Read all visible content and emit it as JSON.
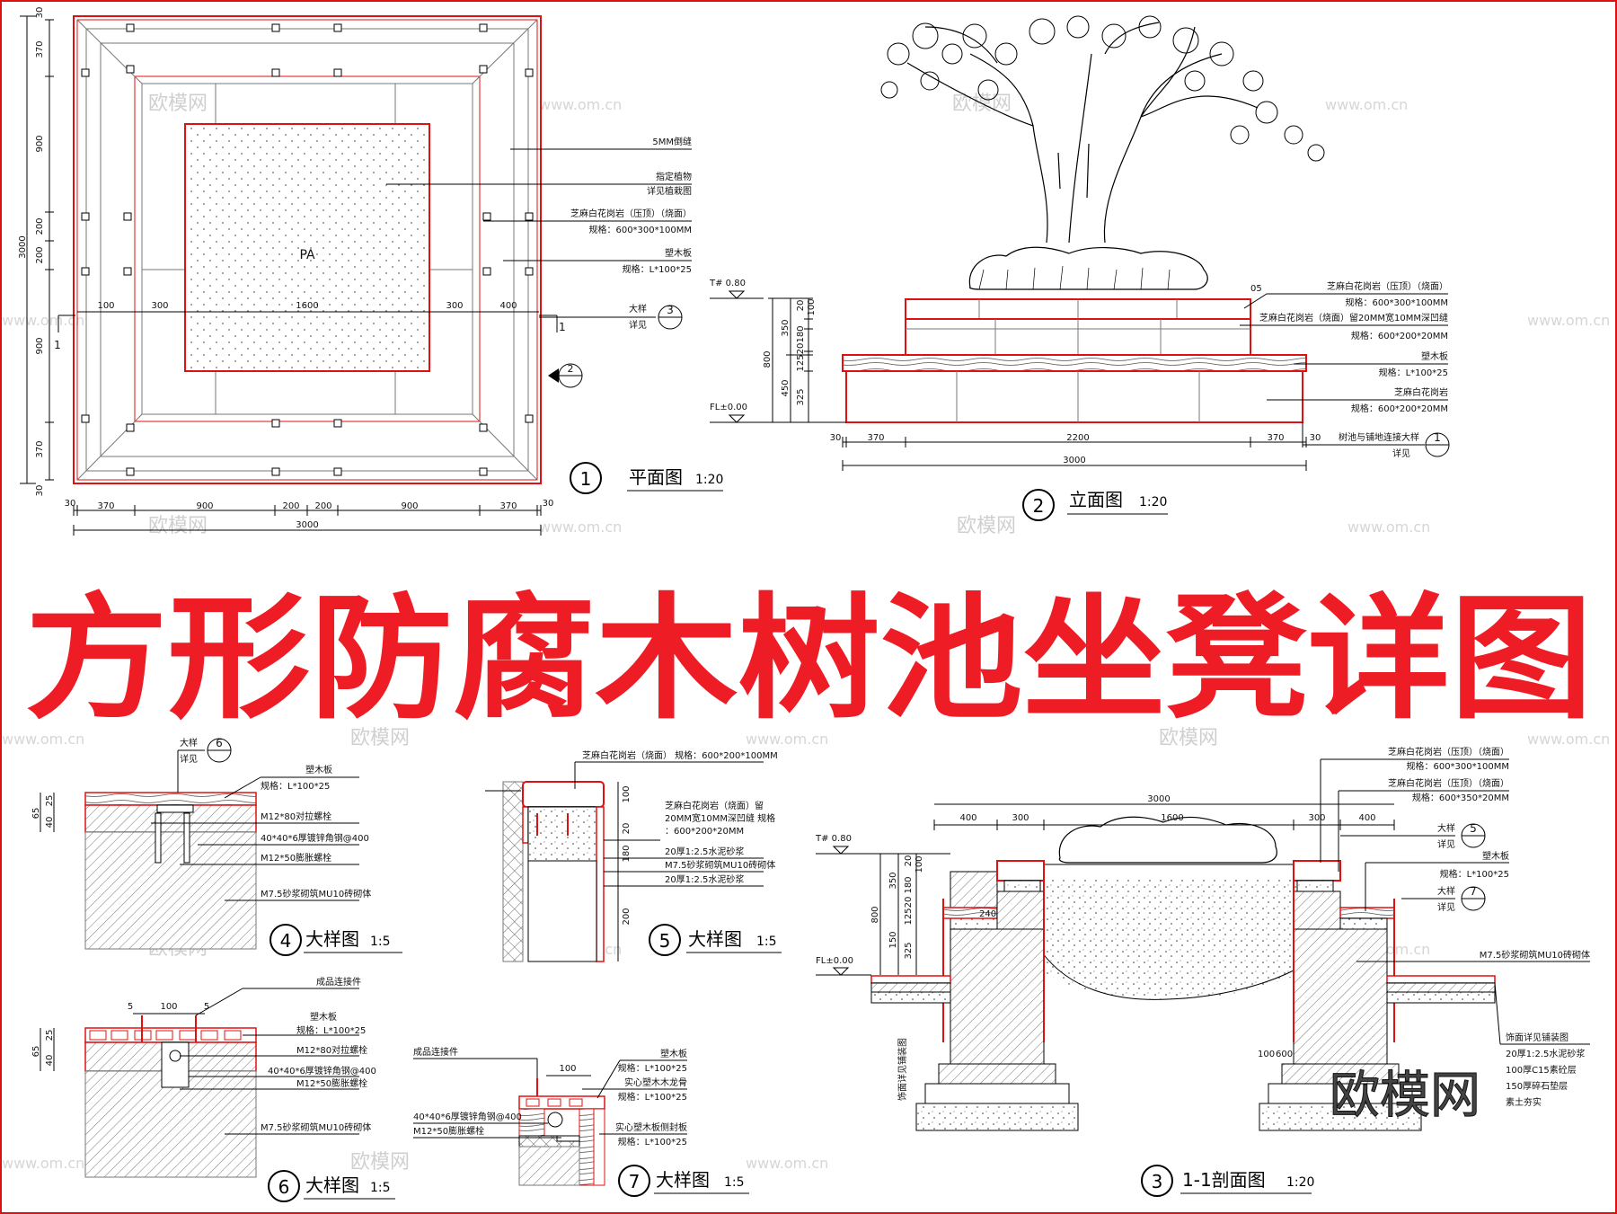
{
  "title": "方形防腐木树池坐凳详图",
  "watermark": {
    "text": "欧模网",
    "url": "www.om.cn",
    "logo": "欧模网"
  },
  "plan": {
    "label": "PA",
    "caption": {
      "num": "1",
      "name": "平面图",
      "scale": "1:20"
    },
    "dims_bottom": [
      "30",
      "370",
      "900",
      "200",
      "200",
      "900",
      "370",
      "30"
    ],
    "total": "3000",
    "dims_left": [
      "370",
      "900",
      "200",
      "200",
      "900",
      "370",
      "30",
      "30"
    ],
    "dims_mid": [
      "100",
      "300",
      "1600",
      "300",
      "400"
    ],
    "section_mark": "1",
    "notes": [
      "5MM倒缝",
      "指定植物",
      "详见植栽图",
      "芝麻白花岗岩（压顶）（烧面）",
      "规格：600*300*100MM",
      "塑木板",
      "规格：L*100*25"
    ],
    "ref": {
      "text": "大样",
      "text2": "详见",
      "num": "3"
    },
    "elev_mark": "2"
  },
  "elevation": {
    "caption": {
      "num": "2",
      "name": "立面图",
      "scale": "1:20"
    },
    "level_top": "T# 0.80",
    "level_bottom": "FL±0.00",
    "dims_left": [
      "20",
      "100",
      "180",
      "20",
      "125",
      "350",
      "800",
      "450",
      "325"
    ],
    "dims_bottom": [
      "30",
      "370",
      "2200",
      "370",
      "30"
    ],
    "total": "3000",
    "top_dim": "05",
    "notes": [
      "芝麻白花岗岩（压顶）（烧面）",
      "规格：600*300*100MM",
      "芝麻白花岗岩（烧面）留20MM宽10MM深凹缝",
      "规格：600*200*20MM",
      "塑木板",
      "规格：L*100*25",
      "芝麻白花岗岩",
      "规格：600*200*20MM"
    ],
    "ref": {
      "text": "树池与铺地连接大样",
      "text2": "详见",
      "num": "1"
    }
  },
  "detail4": {
    "caption": {
      "num": "4",
      "name": "大样图",
      "scale": "1:5"
    },
    "ref": {
      "text": "大样",
      "text2": "详见",
      "num": "6"
    },
    "dims": [
      "65",
      "40",
      "25"
    ],
    "notes": [
      "塑木板",
      "规格：L*100*25",
      "M12*80对拉螺栓",
      "40*40*6厚镀锌角钢@400",
      "M12*50膨胀螺栓",
      "M7.5砂浆砌筑MU10砖砌体"
    ]
  },
  "detail5": {
    "caption": {
      "num": "5",
      "name": "大样图",
      "scale": "1:5"
    },
    "dims": [
      "100",
      "20",
      "180",
      "200"
    ],
    "notes": [
      "芝麻白花岗岩（烧面） 规格：600*200*100MM",
      "芝麻白花岗岩（烧面）留",
      "20MM宽10MM深凹缝  规格",
      "：600*200*20MM",
      "20厚1:2.5水泥砂浆",
      "M7.5砂浆砌筑MU10砖砌体",
      "20厚1:2.5水泥砂浆"
    ]
  },
  "detail6": {
    "caption": {
      "num": "6",
      "name": "大样图",
      "scale": "1:5"
    },
    "dims_top": [
      "5",
      "100",
      "5"
    ],
    "dims": [
      "65",
      "40",
      "25"
    ],
    "notes": [
      "成品连接件",
      "塑木板",
      "规格：L*100*25",
      "M12*80对拉螺栓",
      "40*40*6厚镀锌角钢@400",
      "M12*50膨胀螺栓",
      "M7.5砂浆砌筑MU10砖砌体"
    ]
  },
  "detail7": {
    "caption": {
      "num": "7",
      "name": "大样图",
      "scale": "1:5"
    },
    "dim_top": "100",
    "notes_left": [
      "成品连接件",
      "40*40*6厚镀锌角钢@400",
      "M12*50膨胀螺栓"
    ],
    "notes_right": [
      "塑木板",
      "规格：L*100*25",
      "实心塑木木龙骨",
      "规格：L*100*25",
      "实心塑木板侧封板",
      "规格：L*100*25"
    ]
  },
  "section": {
    "caption": {
      "num": "3",
      "name": "1-1剖面图",
      "scale": "1:20"
    },
    "level_top": "T# 0.80",
    "level_bottom": "FL±0.00",
    "dims_top": [
      "400",
      "300",
      "1600",
      "300",
      "400"
    ],
    "total_top": "3000",
    "dims_left": [
      "20",
      "100",
      "180",
      "350",
      "20",
      "125",
      "800",
      "150",
      "325"
    ],
    "small_dims": [
      "240",
      "100",
      "600"
    ],
    "left_vert_note": "饰面详见铺装图",
    "notes_top": [
      "芝麻白花岗岩（压顶）（烧面）",
      "规格：600*300*100MM",
      "芝麻白花岗岩（压顶）（烧面）",
      "规格：600*350*20MM"
    ],
    "ref5": {
      "text": "大样",
      "text2": "详见",
      "num": "5"
    },
    "note_wood": "塑木板",
    "note_wood_spec": "规格：L*100*25",
    "ref7": {
      "text": "大样",
      "text2": "详见",
      "num": "7"
    },
    "note_brick": "M7.5砂浆砌筑MU10砖砌体",
    "notes_bottom": [
      "饰面详见铺装图",
      "20厚1:2.5水泥砂浆",
      "100厚C15素砼层",
      "150厚碎石垫层",
      "素土夯实"
    ]
  }
}
